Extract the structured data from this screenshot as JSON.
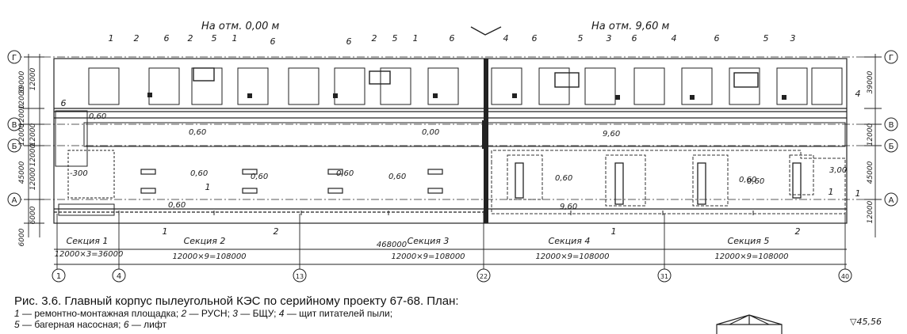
{
  "plan": {
    "level_left": "На отм. 0,00 м",
    "level_right": "На отм. 9,60 м",
    "row_axes": [
      "Г",
      "В",
      "Б",
      "А"
    ],
    "left_dims": [
      "39000",
      "12000",
      "12000",
      "12000",
      "12000",
      "6000",
      "45000",
      "12000",
      "12000",
      "12000",
      "6000"
    ],
    "right_dims": [
      "39000",
      "12000",
      "45000",
      "12000"
    ],
    "column_axes": [
      "1",
      "4",
      "13",
      "22",
      "31",
      "40"
    ],
    "sections": [
      "Секция 1",
      "Секция 2",
      "Секция 3",
      "Секция 4",
      "Секция 5"
    ],
    "section_dims": [
      "12000×3=36000",
      "12000×9=108000",
      "468000",
      "12000×9=108000",
      "12000×9=108000",
      "12000×9=108000"
    ],
    "elevations": [
      "0,60",
      "0,60",
      "0,60",
      "0,00",
      "9,60",
      "0,60",
      "0,60",
      "0,60",
      "0,60",
      "0,60",
      "0,60",
      "-300",
      "3,00",
      "9,60",
      "0,60"
    ],
    "callouts": [
      "1",
      "2",
      "6",
      "2",
      "5",
      "1",
      "6",
      "6",
      "2",
      "5",
      "1",
      "6",
      "4",
      "6",
      "5",
      "3",
      "6",
      "4",
      "6",
      "5",
      "3",
      "4",
      "6",
      "1",
      "1",
      "2",
      "1",
      "2",
      "1",
      "1"
    ],
    "corner_elev": "▽45,56"
  },
  "caption": {
    "title": "Рис. 3.6. Главный корпус пылеугольной КЭС по серийному проекту 67-68. План:",
    "legend": [
      {
        "num": "1",
        "text": "ремонтно-монтажная площадка;"
      },
      {
        "num": "2",
        "text": "РУСН;"
      },
      {
        "num": "3",
        "text": "БЩУ;"
      },
      {
        "num": "4",
        "text": "щит питателей пыли;"
      },
      {
        "num": "5",
        "text": "багерная насосная;"
      },
      {
        "num": "6",
        "text": "лифт"
      }
    ]
  }
}
